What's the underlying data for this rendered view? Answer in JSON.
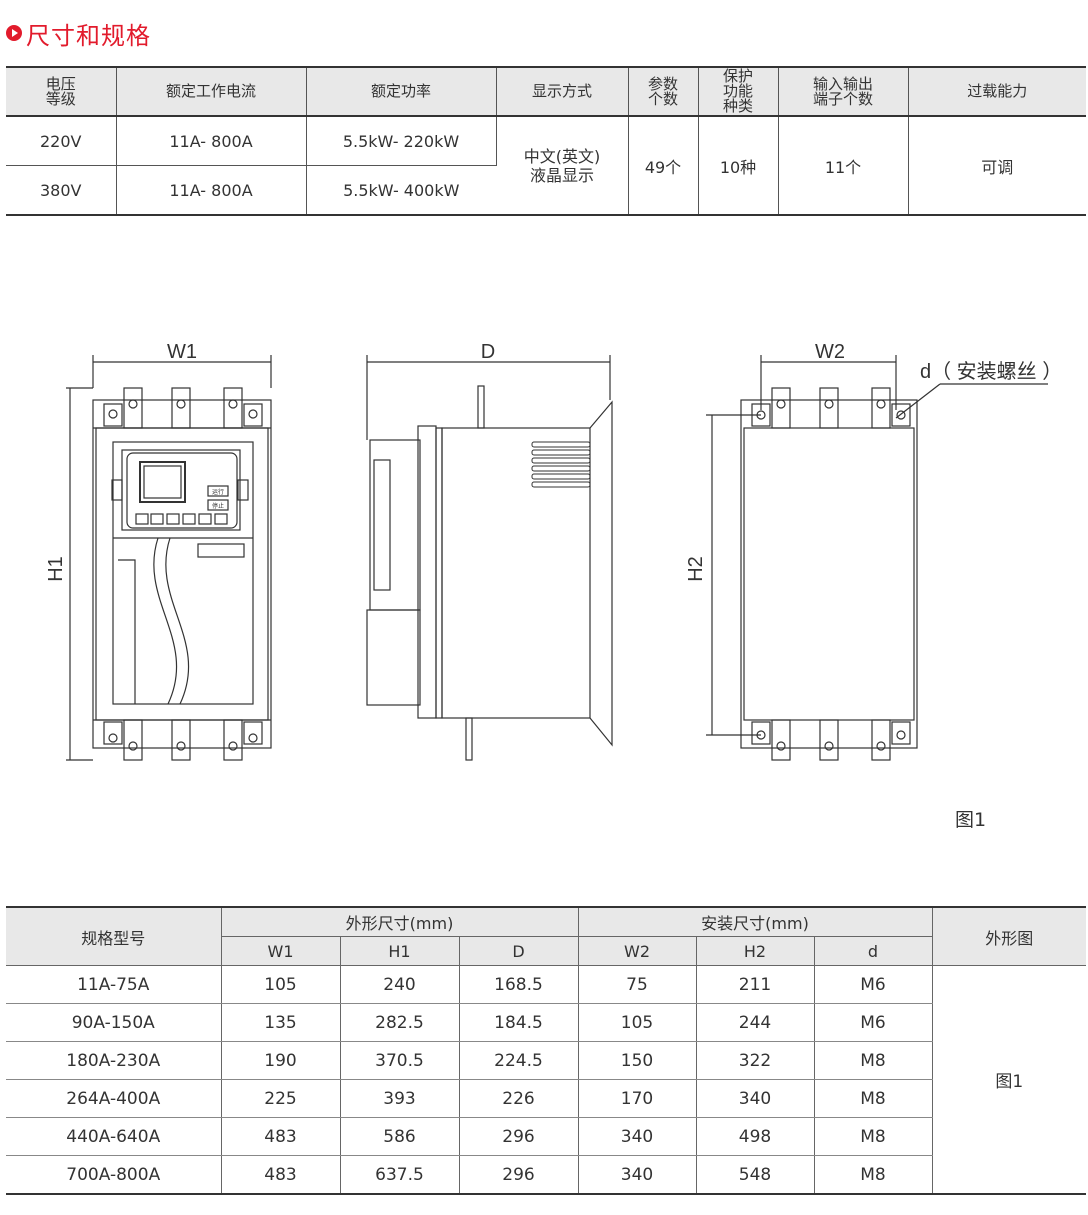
{
  "title": "尺寸和规格",
  "spec_table": {
    "headers": [
      "电压等级",
      "额定工作电流",
      "额定功率",
      "显示方式",
      "参数个数",
      "保护功能种类",
      "输入输出端子个数",
      "过载能力"
    ],
    "header_lines": [
      [
        "电压",
        "等级"
      ],
      [
        "额定工作电流"
      ],
      [
        "额定功率"
      ],
      [
        "显示方式"
      ],
      [
        "参数",
        "个数"
      ],
      [
        "保护",
        "功能",
        "种类"
      ],
      [
        "输入输出",
        "端子个数"
      ],
      [
        "过载能力"
      ]
    ],
    "rows": [
      {
        "voltage": "220V",
        "current": "11A- 800A",
        "power": "5.5kW- 220kW"
      },
      {
        "voltage": "380V",
        "current": "11A- 800A",
        "power": "5.5kW- 400kW"
      }
    ],
    "display_lines": [
      "中文(英文)",
      "液晶显示"
    ],
    "param_count": "49个",
    "protection_types": "10种",
    "io_terminals": "11个",
    "overload": "可调"
  },
  "diagram": {
    "labels": {
      "w1": "W1",
      "h1": "H1",
      "d": "D",
      "w2": "W2",
      "h2": "H2",
      "screw": "d（ 安装螺丝 ）"
    },
    "panel_buttons": [
      "运行",
      "停止"
    ],
    "figure_label": "图1"
  },
  "dim_table": {
    "model_header": "规格型号",
    "outer_header": "外形尺寸(mm)",
    "mount_header": "安装尺寸(mm)",
    "figure_header": "外形图",
    "sub_headers": [
      "W1",
      "H1",
      "D",
      "W2",
      "H2",
      "d"
    ],
    "rows": [
      [
        "11A-75A",
        "105",
        "240",
        "168.5",
        "75",
        "211",
        "M6"
      ],
      [
        "90A-150A",
        "135",
        "282.5",
        "184.5",
        "105",
        "244",
        "M6"
      ],
      [
        "180A-230A",
        "190",
        "370.5",
        "224.5",
        "150",
        "322",
        "M8"
      ],
      [
        "264A-400A",
        "225",
        "393",
        "226",
        "170",
        "340",
        "M8"
      ],
      [
        "440A-640A",
        "483",
        "586",
        "296",
        "340",
        "498",
        "M8"
      ],
      [
        "700A-800A",
        "483",
        "637.5",
        "296",
        "340",
        "548",
        "M8"
      ]
    ],
    "figure_ref": "图1"
  }
}
